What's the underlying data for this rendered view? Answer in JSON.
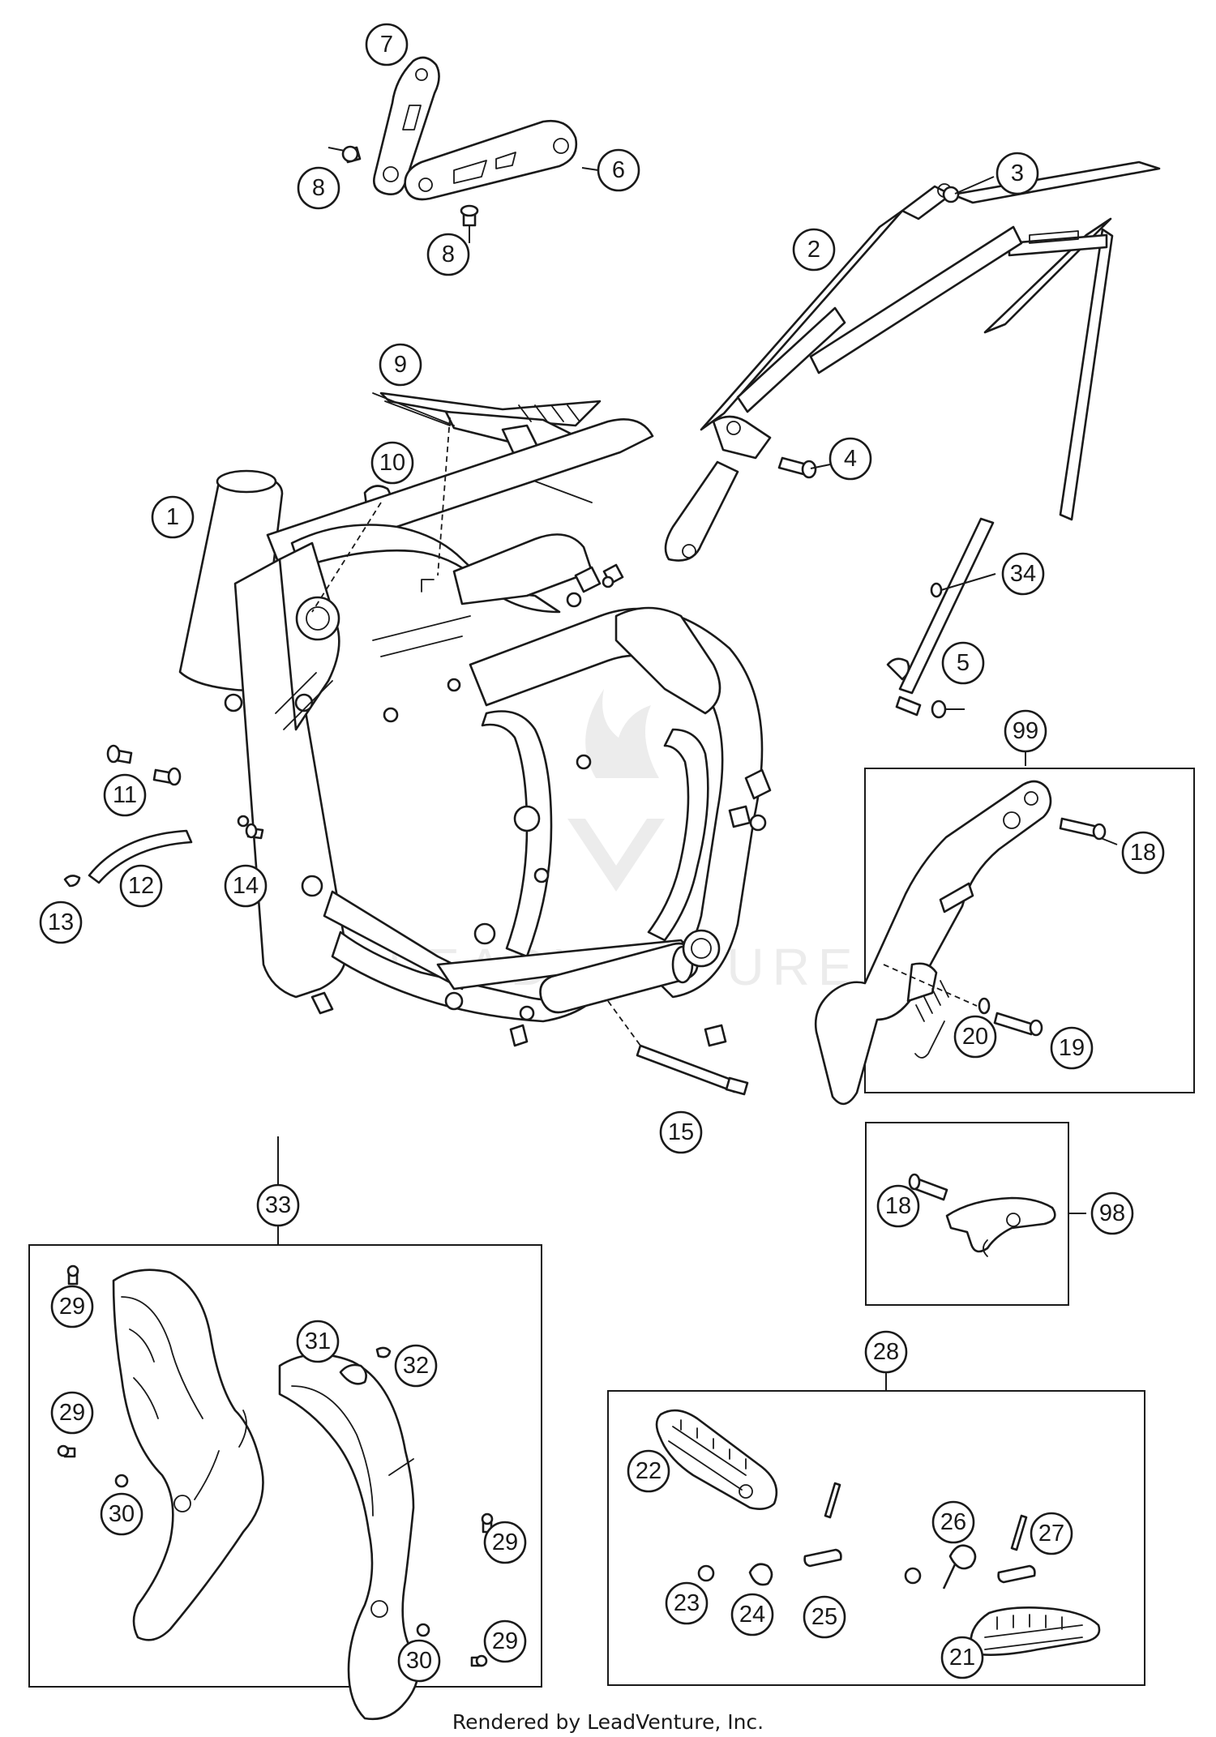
{
  "footer_text": "Rendered by LeadVenture, Inc.",
  "watermark_text": "LEADVENTURE",
  "callouts": [
    {
      "id": "c7",
      "label": "7"
    },
    {
      "id": "c8a",
      "label": "8"
    },
    {
      "id": "c8b",
      "label": "8"
    },
    {
      "id": "c6",
      "label": "6"
    },
    {
      "id": "c3",
      "label": "3"
    },
    {
      "id": "c2",
      "label": "2"
    },
    {
      "id": "c9",
      "label": "9"
    },
    {
      "id": "c4",
      "label": "4"
    },
    {
      "id": "c10",
      "label": "10"
    },
    {
      "id": "c1",
      "label": "1"
    },
    {
      "id": "c34",
      "label": "34"
    },
    {
      "id": "c5",
      "label": "5"
    },
    {
      "id": "c11",
      "label": "11"
    },
    {
      "id": "c99",
      "label": "99"
    },
    {
      "id": "c18a",
      "label": "18"
    },
    {
      "id": "c12",
      "label": "12"
    },
    {
      "id": "c14",
      "label": "14"
    },
    {
      "id": "c13",
      "label": "13"
    },
    {
      "id": "c20",
      "label": "20"
    },
    {
      "id": "c19",
      "label": "19"
    },
    {
      "id": "c15",
      "label": "15"
    },
    {
      "id": "c18b",
      "label": "18"
    },
    {
      "id": "c98",
      "label": "98"
    },
    {
      "id": "c33",
      "label": "33"
    },
    {
      "id": "c29a",
      "label": "29"
    },
    {
      "id": "c31",
      "label": "31"
    },
    {
      "id": "c32",
      "label": "32"
    },
    {
      "id": "c28",
      "label": "28"
    },
    {
      "id": "c29b",
      "label": "29"
    },
    {
      "id": "c22",
      "label": "22"
    },
    {
      "id": "c30a",
      "label": "30"
    },
    {
      "id": "c29c",
      "label": "29"
    },
    {
      "id": "c26",
      "label": "26"
    },
    {
      "id": "c27",
      "label": "27"
    },
    {
      "id": "c23",
      "label": "23"
    },
    {
      "id": "c24",
      "label": "24"
    },
    {
      "id": "c25",
      "label": "25"
    },
    {
      "id": "c29d",
      "label": "29"
    },
    {
      "id": "c30b",
      "label": "30"
    },
    {
      "id": "c21",
      "label": "21"
    }
  ]
}
